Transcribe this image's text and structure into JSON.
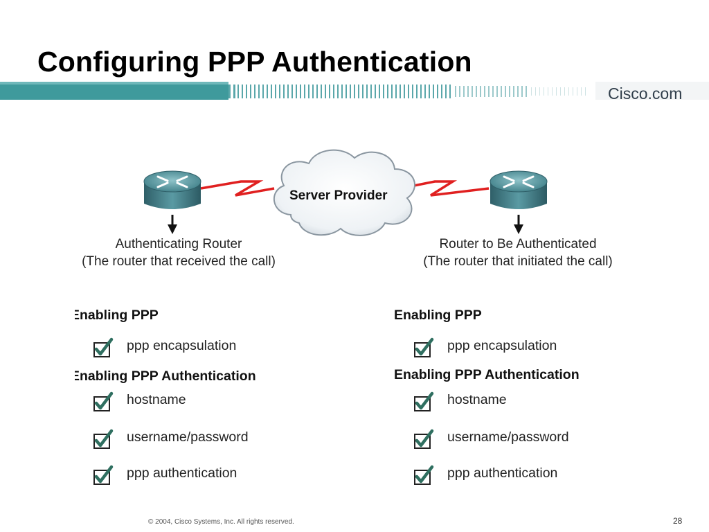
{
  "slide": {
    "title": "Configuring PPP Authentication",
    "brand": "Cisco.com",
    "footer": "© 2004, Cisco Systems, Inc. All rights reserved.",
    "page_number": "28"
  },
  "diagram": {
    "cloud_label": "Server Provider",
    "left_router": {
      "line1": "Authenticating Router",
      "line2": "(The router that received the call)"
    },
    "right_router": {
      "line1": "Router to Be Authenticated",
      "line2": "(The router that initiated the call)"
    }
  },
  "left_column": {
    "enabling_ppp": "Enabling PPP",
    "encapsulation": "ppp encapsulation",
    "enabling_auth": "Enabling PPP Authentication",
    "hostname": "hostname",
    "username": "username/password",
    "authentication": "ppp authentication"
  },
  "right_column": {
    "enabling_ppp": "Enabling PPP",
    "encapsulation": "ppp encapsulation",
    "enabling_auth": "Enabling PPP Authentication",
    "hostname": "hostname",
    "username": "username/password",
    "authentication": "ppp authentication"
  },
  "colors": {
    "banner_teal": "#3f9a9c",
    "router_teal": "#3c7f8a",
    "serial_link_red": "#e02020",
    "check_green": "#2f6f60"
  }
}
